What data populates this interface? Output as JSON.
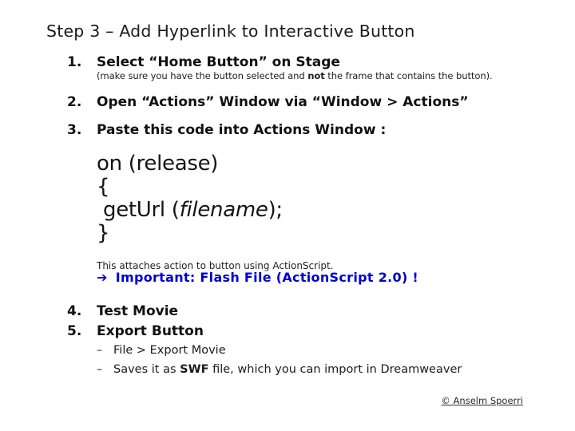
{
  "slide": {
    "title": "Step 3 – Add Hyperlink to Interactive Button",
    "step1": {
      "number": "1.",
      "label": "Select “Home Button” on Stage",
      "note_pre": "(make sure you have the button selected and ",
      "note_bold": "not",
      "note_post": " the frame that contains the button)."
    },
    "step2": {
      "number": "2.",
      "label": "Open “Actions” Window via “Window > Actions”"
    },
    "step3": {
      "number": "3.",
      "label": "Paste this code into Actions Window :"
    },
    "code": {
      "line1": "on (release)",
      "line2": "{",
      "line3_pre": "getUrl (",
      "line3_arg": "filename",
      "line3_post": ");",
      "line4": "}"
    },
    "code_caption": "This attaches action to button using ActionScript.",
    "important_arrow": "➔",
    "important_text": "Important: Flash File (ActionScript 2.0) !",
    "step4": {
      "number": "4.",
      "label": "Test Movie"
    },
    "step5": {
      "number": "5.",
      "label": "Export Button"
    },
    "step5_sub1_dash": "–",
    "step5_sub1": "File > Export Movie",
    "step5_sub2_dash": "–",
    "step5_sub2_pre": "Saves it as ",
    "step5_sub2_bold": "SWF",
    "step5_sub2_post": " file, which you can import in Dreamweaver",
    "credit": "© Anselm Spoerri"
  },
  "colors": {
    "accent_blue": "#0000CC",
    "text": "#1a1a1a"
  }
}
